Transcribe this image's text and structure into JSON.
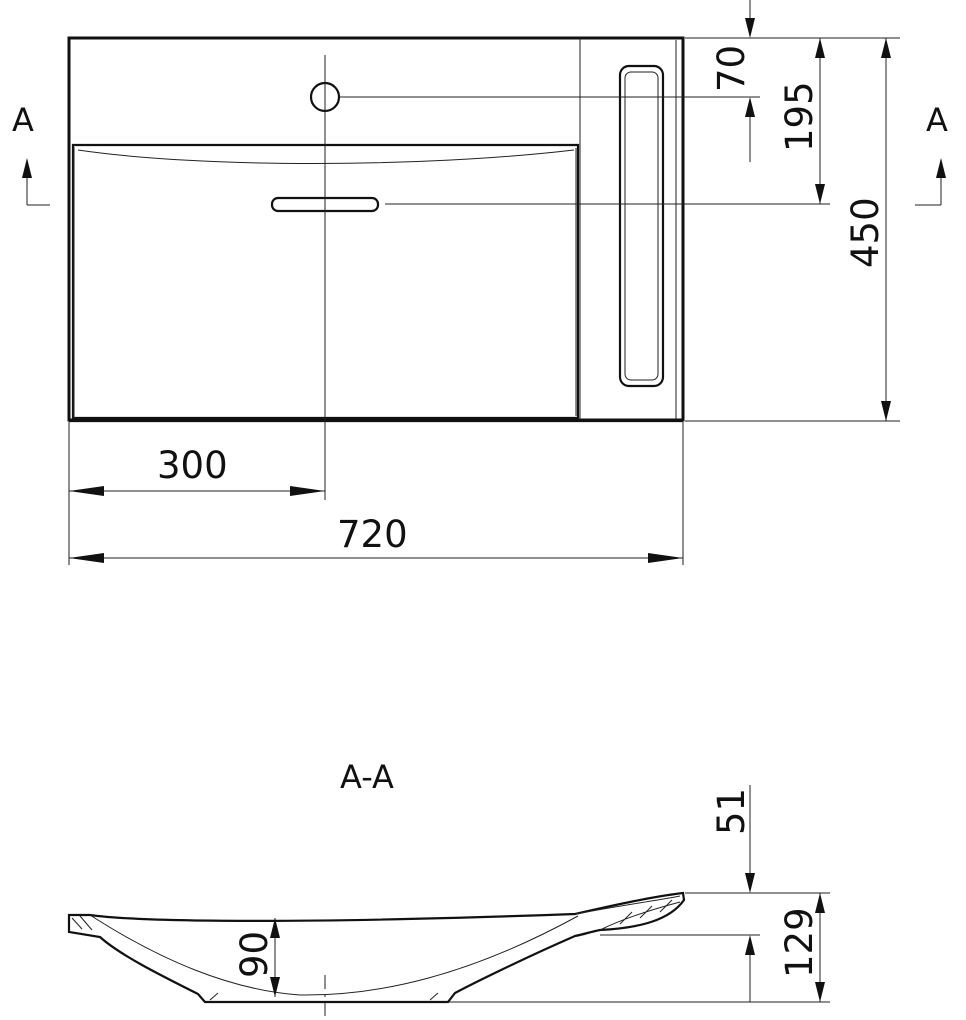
{
  "drawing": {
    "section_marker_left": "A",
    "section_marker_right": "A",
    "section_title": "A-A"
  },
  "dimensions": {
    "top_view": {
      "tap_hole_offset": "70",
      "overflow_offset": "195",
      "depth": "450",
      "tap_hole_from_left": "300",
      "width": "720"
    },
    "section": {
      "rim_drop": "51",
      "bowl_depth": "90",
      "total_height": "129"
    }
  }
}
